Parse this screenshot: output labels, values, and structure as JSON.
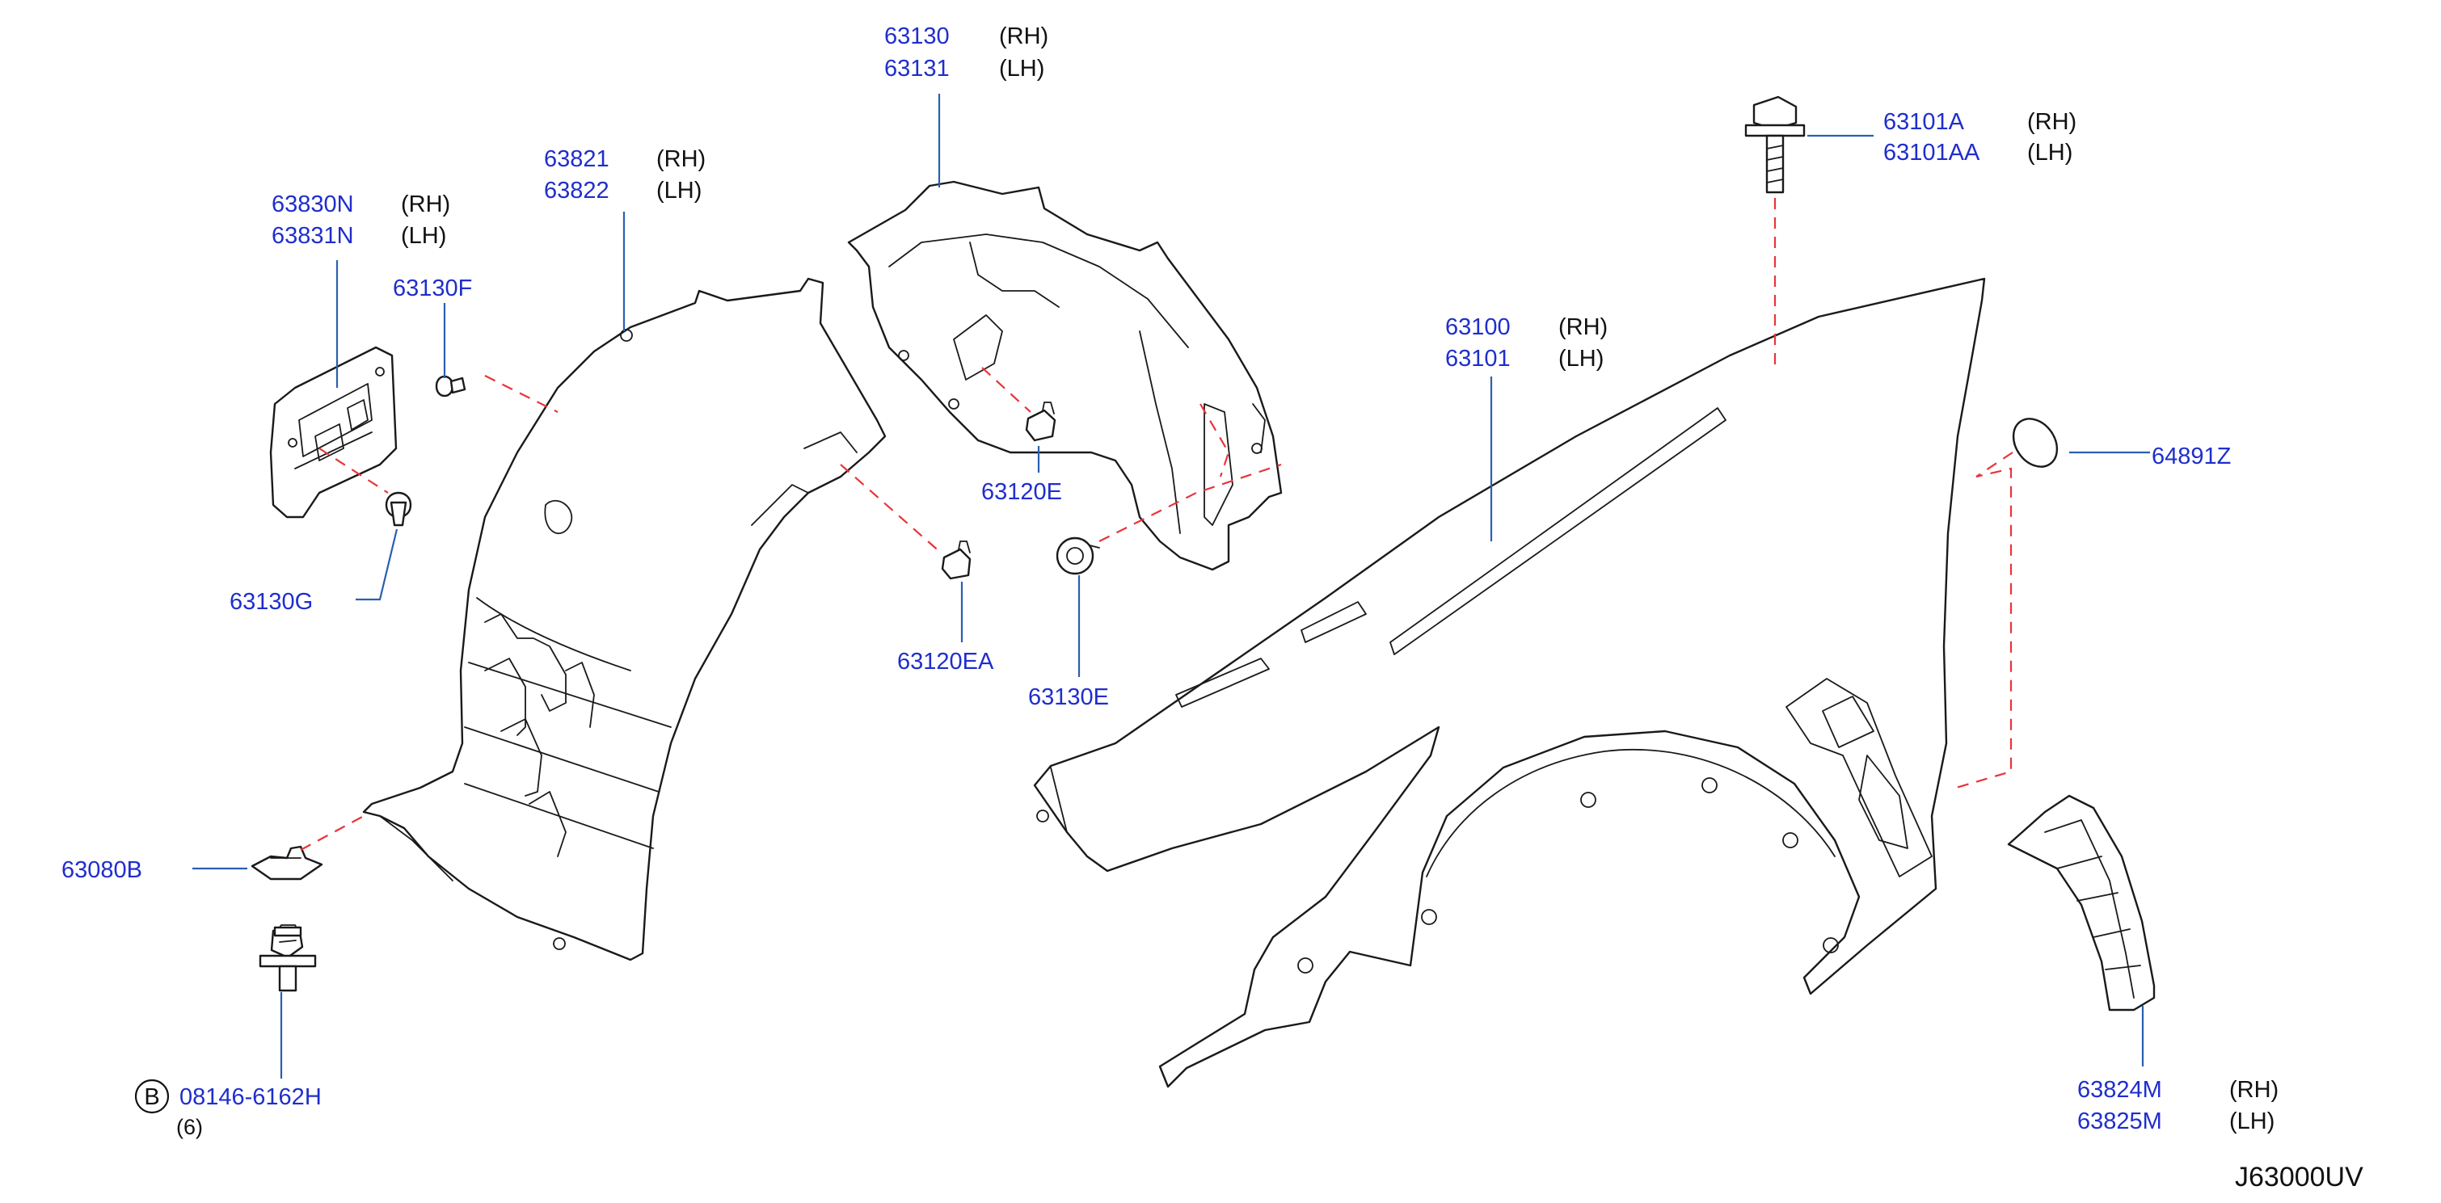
{
  "diagram": {
    "code": "J63000UV",
    "callouts": [
      {
        "id": "c-63130",
        "lines": [
          {
            "part": "63130",
            "side": "(RH)"
          },
          {
            "part": "63131",
            "side": "(LH)"
          }
        ]
      },
      {
        "id": "c-63101a",
        "lines": [
          {
            "part": "63101A",
            "side": "(RH)"
          },
          {
            "part": "63101AA",
            "side": "(LH)"
          }
        ]
      },
      {
        "id": "c-63821",
        "lines": [
          {
            "part": "63821",
            "side": "(RH)"
          },
          {
            "part": "63822",
            "side": "(LH)"
          }
        ]
      },
      {
        "id": "c-63830n",
        "lines": [
          {
            "part": "63830N",
            "side": "(RH)"
          },
          {
            "part": "63831N",
            "side": "(LH)"
          }
        ]
      },
      {
        "id": "c-63130f",
        "lines": [
          {
            "part": "63130F",
            "side": ""
          }
        ]
      },
      {
        "id": "c-63100",
        "lines": [
          {
            "part": "63100",
            "side": "(RH)"
          },
          {
            "part": "63101",
            "side": "(LH)"
          }
        ]
      },
      {
        "id": "c-64891z",
        "lines": [
          {
            "part": "64891Z",
            "side": ""
          }
        ]
      },
      {
        "id": "c-63120e",
        "lines": [
          {
            "part": "63120E",
            "side": ""
          }
        ]
      },
      {
        "id": "c-63130g",
        "lines": [
          {
            "part": "63130G",
            "side": ""
          }
        ]
      },
      {
        "id": "c-63120ea",
        "lines": [
          {
            "part": "63120EA",
            "side": ""
          }
        ]
      },
      {
        "id": "c-63130e",
        "lines": [
          {
            "part": "63130E",
            "side": ""
          }
        ]
      },
      {
        "id": "c-63080b",
        "lines": [
          {
            "part": "63080B",
            "side": ""
          }
        ]
      },
      {
        "id": "c-08146",
        "lines": [
          {
            "part": "08146-6162H",
            "side": ""
          }
        ],
        "badge": "B",
        "qty": "(6)"
      },
      {
        "id": "c-63824m",
        "lines": [
          {
            "part": "63824M",
            "side": "(RH)"
          },
          {
            "part": "63825M",
            "side": "(LH)"
          }
        ]
      }
    ]
  }
}
